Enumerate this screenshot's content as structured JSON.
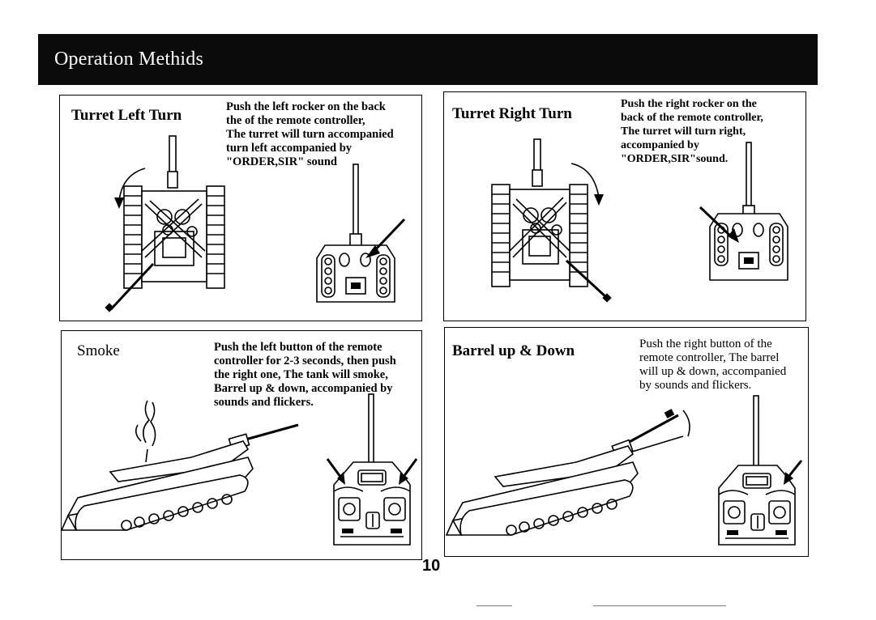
{
  "header": {
    "title": "Operation Methids"
  },
  "panels": {
    "turret_left": {
      "title": "Turret Left Turn",
      "description": "Push the left rocker on the back\nthe of the remote controller,\nThe turret will turn accompanied\nturn left accompanied  by\n\"ORDER,SIR\" sound"
    },
    "turret_right": {
      "title": "Turret Right Turn",
      "description": "Push the right rocker on the\nback of the remote controller,\nThe turret will turn right,\naccompanied by\n\"ORDER,SIR\"sound."
    },
    "smoke": {
      "title": "Smoke",
      "description": "Push the left button of the remote\ncontroller for 2-3 seconds, then push\nthe right one, The tank will smoke,\nBarrel up & down, accompanied by\nsounds and flickers."
    },
    "barrel": {
      "title": "Barrel up & Down",
      "description": "Push the right button of the\nremote controller, The barrel\nwill up & down, accompanied\nby sounds and flickers."
    }
  },
  "page_number": "10"
}
